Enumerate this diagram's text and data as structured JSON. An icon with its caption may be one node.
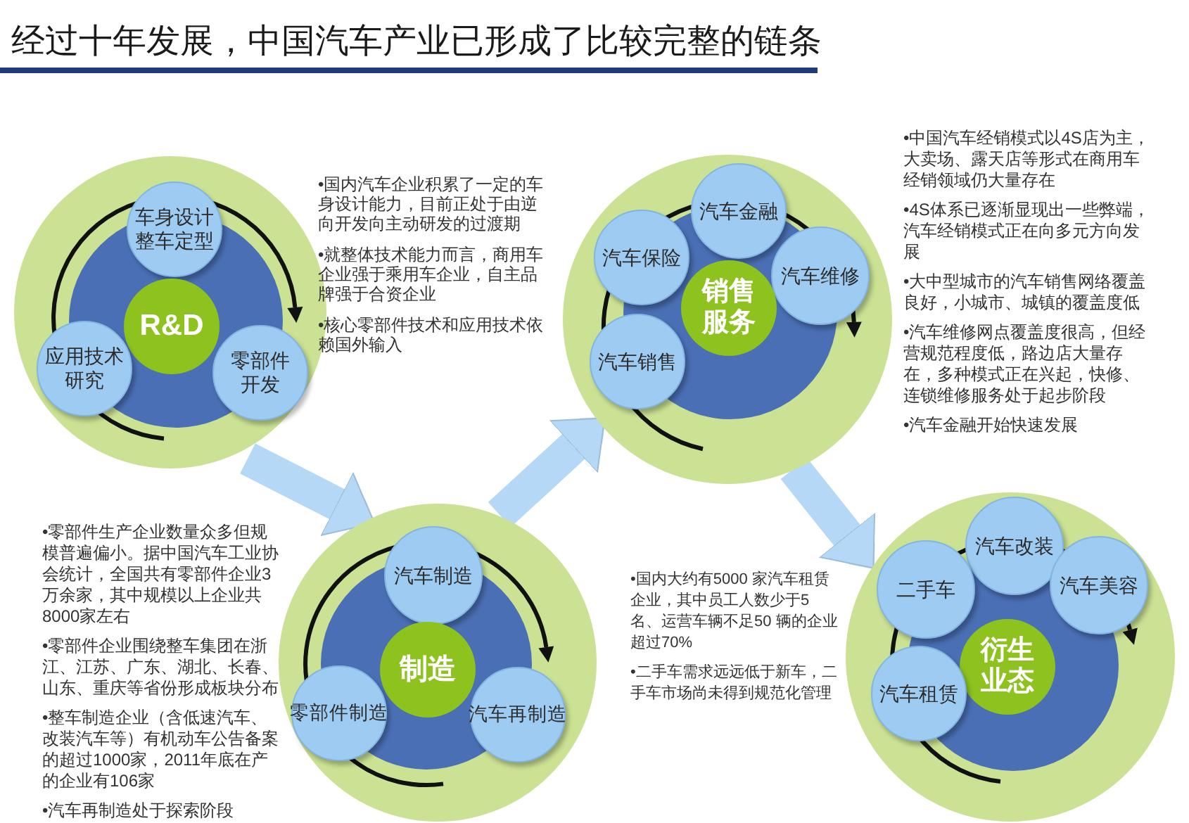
{
  "diagram": {
    "title": "经过十年发展，中国汽车产业已形成了比较完整的链条",
    "nodes": [
      {
        "text": [],
        "shape": "circle",
        "beside": [
          "•国内汽车企业积累了一定的车身设计能力，目前正处于由逆向开发向主动研发的过渡期",
          "•就整体技术能力而言，商用车企业强于乘用车企业，自主品牌强于合资企业",
          "•核心零部件技术和应用技术依赖国外输入"
        ]
      },
      {
        "text": [
          "车身设计整车定型"
        ],
        "in": 0
      },
      {
        "text": [
          "R&D"
        ],
        "in": 0
      },
      {
        "text": [
          "应用技术研究"
        ],
        "in": 0
      },
      {
        "text": [
          "零部件开发"
        ],
        "in": 0
      },
      {
        "text": [],
        "shape": "circle",
        "beside": [
          "•零部件生产企业数量众多但规模普遍偏小。据中国汽车工业协会统计，全国共有零部件企业3万余家，其中规模以上企业共8000家左右",
          "•零部件企业围绕整车集团在浙江、江苏、广东、湖北、长春、山东、重庆等省份形成板块分布",
          "•整车制造企业（含低速汽车、改装汽车等）有机动车公告备案的超过1000家，2011年底在产的企业有106家",
          "•汽车再制造处于探索阶段"
        ]
      },
      {
        "text": [
          "汽车制造"
        ],
        "in": 5
      },
      {
        "text": [
          "制造"
        ],
        "in": 5
      },
      {
        "text": [
          "零部件制造"
        ],
        "in": 5
      },
      {
        "text": [
          "汽车再制造"
        ],
        "in": 5
      },
      {
        "text": [],
        "shape": "circle",
        "beside": [
          "•中国汽车经销模式以4S店为主，大卖场、露天店等形式在商用车经销领域仍大量存在",
          "•4S体系已逐渐显现出一些弊端，汽车经销模式正在向多元方向发展",
          "•大中型城市的汽车销售网络覆盖良好，小城市、城镇的覆盖度低",
          "•汽车维修网点覆盖度很高，但经营规范程度低，路边店大量存在，多种模式正在兴起，快修、连锁维修服务处于起步阶段",
          "•汽车金融开始快速发展"
        ]
      },
      {
        "text": [
          "汽车金融"
        ],
        "in": 10
      },
      {
        "text": [
          "汽车保险"
        ],
        "in": 10
      },
      {
        "text": [
          "汽车维修"
        ],
        "in": 10
      },
      {
        "text": [
          "销售服务"
        ],
        "in": 10
      },
      {
        "text": [
          "汽车销售"
        ],
        "in": 10
      },
      {
        "text": [],
        "shape": "circle",
        "beside": [
          "•国内大约有5000 家汽车租赁企业，其中员工人数少于5 名、运营车辆不足50 辆的企业超过70%",
          "•二手车需求远远低于新车，二手车市场尚未得到规范化管理"
        ]
      },
      {
        "text": [
          "汽车改装"
        ],
        "in": 16
      },
      {
        "text": [
          "二手车"
        ],
        "in": 16
      },
      {
        "text": [
          "汽车美容"
        ],
        "in": 16
      },
      {
        "text": [
          "衍生业态"
        ],
        "in": 16
      },
      {
        "text": [
          "汽车租赁"
        ],
        "in": 16
      }
    ],
    "edges": [
      {
        "from": 0,
        "to": 5,
        "arrow": "to"
      },
      {
        "from": 5,
        "to": 10,
        "arrow": "to"
      },
      {
        "from": 10,
        "to": 16,
        "arrow": "to"
      }
    ]
  }
}
